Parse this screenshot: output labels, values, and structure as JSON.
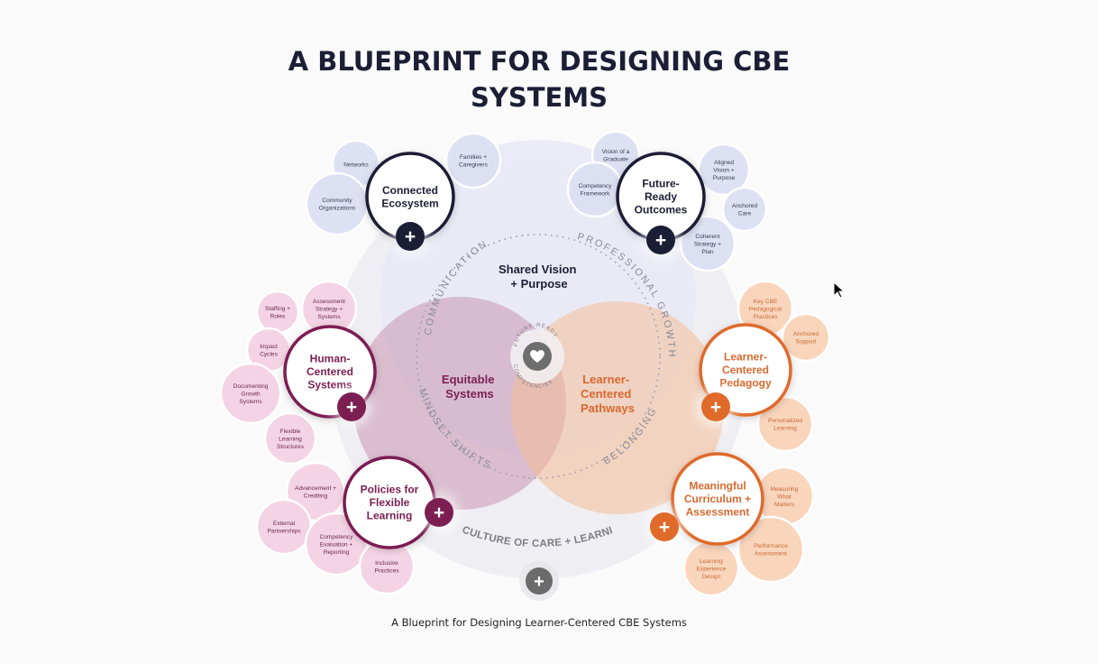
{
  "title": "A BLUEPRINT FOR DESIGNING CBE SYSTEMS",
  "caption": "A Blueprint for Designing Learner-Centered CBE Systems",
  "colors": {
    "navy": "#1b1e35",
    "plum": "#7b1f52",
    "orange": "#e06a2a",
    "gray": "#6b6b6b",
    "navy_soft": "#dde0f3",
    "plum_soft": "#f4d2e3",
    "orange_soft": "#f9d4b9"
  },
  "center": {
    "shared_vision": [
      "Shared Vision",
      "+ Purpose"
    ],
    "equitable": [
      "Equitable",
      "Systems"
    ],
    "learner_pathways": [
      "Learner-",
      "Centered",
      "Pathways"
    ],
    "core_top": "FUTURE-READY",
    "core_bottom": "COMPETENCIES",
    "core_icon": "heart-icon"
  },
  "ring_labels": {
    "communication": "COMMUNICATION",
    "professional_growth": "PROFESSIONAL GROWTH",
    "mindset_shifts": "MINDSET SHIFTS",
    "belonging": "BELONGING",
    "culture": "CULTURE OF CARE + LEARNING"
  },
  "hubs": [
    {
      "id": "connected-ecosystem",
      "lines": [
        "Connected",
        "Ecosystem"
      ],
      "theme": "navy",
      "satellites": [
        [
          "Networks"
        ],
        [
          "Families +",
          "Caregivers"
        ],
        [
          "Community",
          "Organizations"
        ]
      ]
    },
    {
      "id": "future-ready-outcomes",
      "lines": [
        "Future-",
        "Ready",
        "Outcomes"
      ],
      "theme": "navy",
      "satellites": [
        [
          "Vision of a",
          "Graduate"
        ],
        [
          "Aligned",
          "Vision +",
          "Purpose"
        ],
        [
          "Competency",
          "Framework"
        ],
        [
          "Anchored",
          "Care"
        ],
        [
          "Coherent",
          "Strategy +",
          "Plan"
        ]
      ]
    },
    {
      "id": "human-centered-systems",
      "lines": [
        "Human-",
        "Centered",
        "Systems"
      ],
      "theme": "plum",
      "satellites": [
        [
          "Staffing +",
          "Roles"
        ],
        [
          "Assessment",
          "Strategy +",
          "Systems"
        ],
        [
          "Impact",
          "Cycles"
        ],
        [
          "Documenting",
          "Growth",
          "Systems"
        ],
        [
          "Flexible",
          "Learning",
          "Structures"
        ]
      ]
    },
    {
      "id": "policies-flexible-learning",
      "lines": [
        "Policies for",
        "Flexible",
        "Learning"
      ],
      "theme": "plum",
      "satellites": [
        [
          "Advancement +",
          "Crediting"
        ],
        [
          "External",
          "Partnerships"
        ],
        [
          "Competency",
          "Evaluation +",
          "Reporting"
        ],
        [
          "Inclusive",
          "Practices"
        ]
      ]
    },
    {
      "id": "learner-centered-pedagogy",
      "lines": [
        "Learner-",
        "Centered",
        "Pedagogy"
      ],
      "theme": "orange",
      "satellites": [
        [
          "Key CBE",
          "Pedagogical",
          "Practices"
        ],
        [
          "Anchored",
          "Support"
        ],
        [
          "Personalized",
          "Learning"
        ]
      ]
    },
    {
      "id": "meaningful-curriculum-assessment",
      "lines": [
        "Meaningful",
        "Curriculum +",
        "Assessment"
      ],
      "theme": "orange",
      "satellites": [
        [
          "Measuring",
          "What",
          "Matters"
        ],
        [
          "Performance",
          "Assessment"
        ],
        [
          "Learning",
          "Experience",
          "Design"
        ]
      ]
    }
  ],
  "expand_button_label": "+"
}
